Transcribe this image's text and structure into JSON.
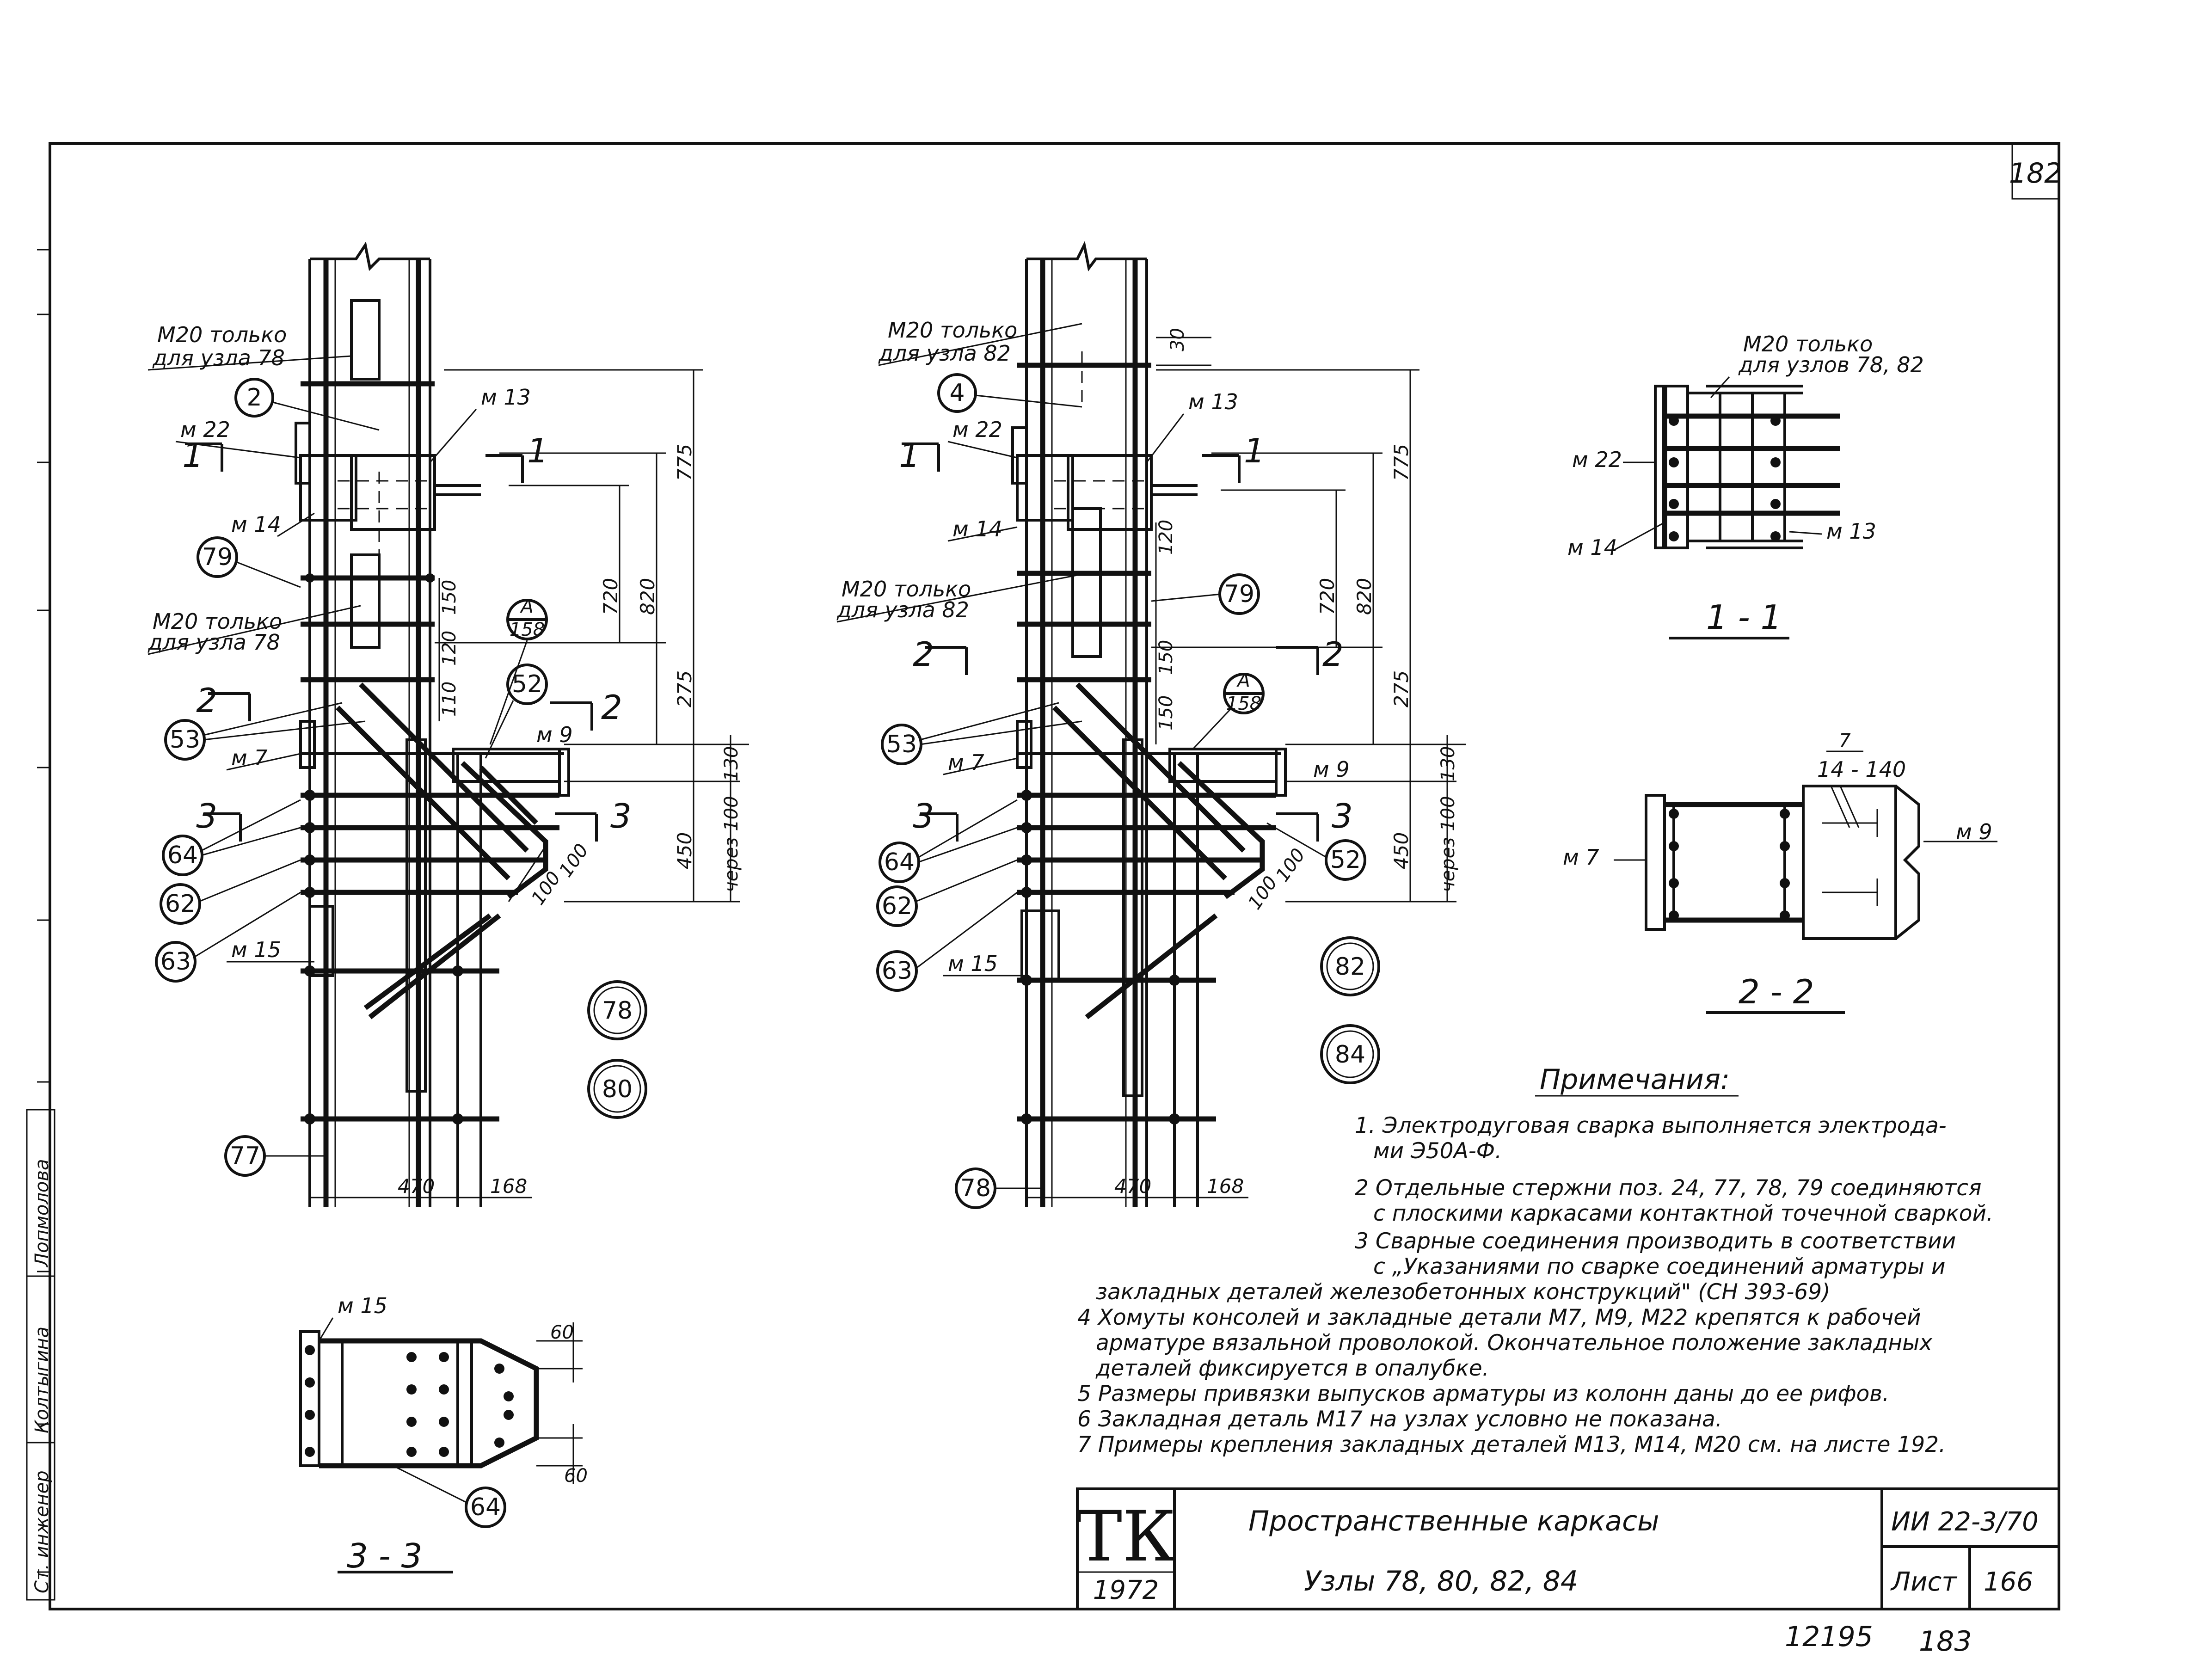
{
  "sheet_number": "182",
  "tags": {
    "m20_only_78": [
      "М20 только",
      "для узла 78"
    ],
    "m20_only_82": [
      "М20 только",
      "для узла 82"
    ],
    "m20_only_7882": [
      "М20 только",
      "для узлов 78, 82"
    ],
    "m22": "м 22",
    "m13": "м 13",
    "m14": "м 14",
    "m7": "м 7",
    "m9": "м 9",
    "m15": "м 15"
  },
  "positions": {
    "p2": "2",
    "p4": "4",
    "p79": "79",
    "p53": "53",
    "p52": "52",
    "p64": "64",
    "p62": "62",
    "p63": "63",
    "p77": "77",
    "p78": "78",
    "detail_num": "А",
    "detail_sheet": "158"
  },
  "nodes": [
    "78",
    "80",
    "82",
    "84"
  ],
  "section_marks": {
    "s1": "1",
    "s2": "2",
    "s3": "3"
  },
  "dimensions": {
    "d775": "775",
    "d820": "820",
    "d720": "720",
    "d275": "275",
    "d450": "450",
    "d130": "130",
    "step": "через 100",
    "d150": "150",
    "d120": "120",
    "d110": "110",
    "d100": "100",
    "d470": "470",
    "d168": "168",
    "d30": "30",
    "d60": "60",
    "bolt_label": "7",
    "bolt_label2": "14 - 140"
  },
  "sections": {
    "s11": "1 - 1",
    "s22": "2 - 2",
    "s33": "3 - 3"
  },
  "notes": {
    "title": "Примечания:",
    "lines": [
      "1. Электродуговая сварка выполняется электрода-",
      "ми Э50А-Ф.",
      "2 Отдельные стержни поз. 24, 77, 78, 79 соединяются",
      "с плоскими каркасами контактной точечной сваркой.",
      "3 Сварные соединения производить в соответствии",
      "с „Указаниями по сварке соединений арматуры и",
      "закладных деталей железобетонных конструкций\" (СН 393-69)",
      "4 Хомуты консолей и закладные детали М7, М9, М22 крепятся к рабочей",
      "арматуре вязальной проволокой. Окончательное положение закладных",
      "деталей фиксируется в опалубке.",
      "5 Размеры привязки выпусков арматуры из колонн даны до ее рифов.",
      "6 Закладная деталь М17 на узлах условно не показана.",
      "7 Примеры крепления закладных деталей М13, М14, М20 см. на листе 192."
    ]
  },
  "title_block": {
    "logo": "ТК",
    "year": "1972",
    "title": "Пространственные каркасы",
    "subtitle": "Узлы 78, 80, 82, 84",
    "code": "ИИ 22-3/70",
    "sheet_label": "Лист",
    "sheet_no": "166"
  },
  "margin_stamp": [
    "Ст. инженер",
    "Колтыгина",
    "Лопмолова"
  ],
  "footer": {
    "inv": "12195",
    "page": "183"
  }
}
